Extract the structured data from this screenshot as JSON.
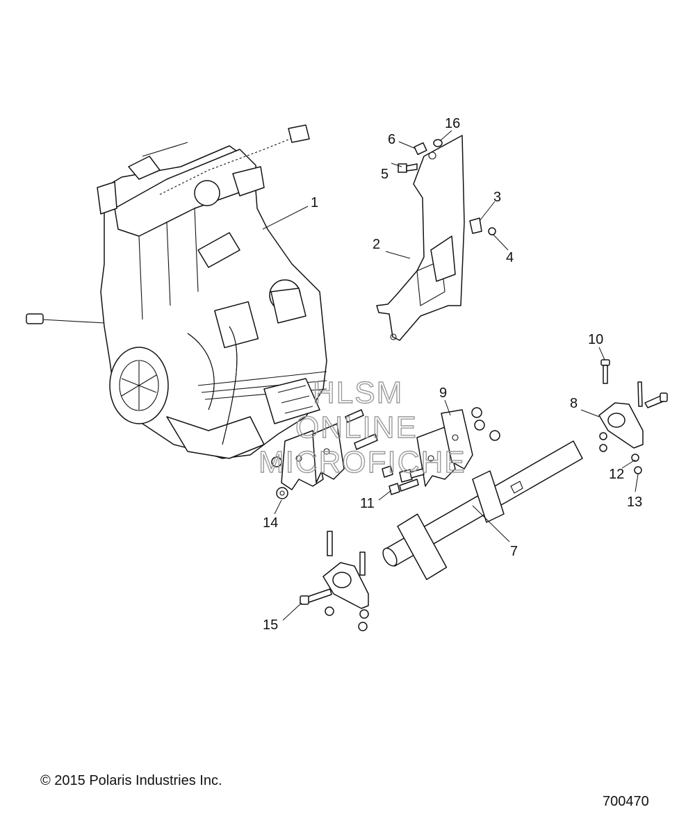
{
  "callouts": [
    {
      "id": "c1",
      "label": "1"
    },
    {
      "id": "c2",
      "label": "2"
    },
    {
      "id": "c3",
      "label": "3"
    },
    {
      "id": "c4",
      "label": "4"
    },
    {
      "id": "c5",
      "label": "5"
    },
    {
      "id": "c6",
      "label": "6"
    },
    {
      "id": "c7",
      "label": "7"
    },
    {
      "id": "c8",
      "label": "8"
    },
    {
      "id": "c9",
      "label": "9"
    },
    {
      "id": "c10",
      "label": "10"
    },
    {
      "id": "c11",
      "label": "11"
    },
    {
      "id": "c12",
      "label": "12"
    },
    {
      "id": "c13",
      "label": "13"
    },
    {
      "id": "c14",
      "label": "14"
    },
    {
      "id": "c15",
      "label": "15"
    },
    {
      "id": "c16",
      "label": "16"
    }
  ],
  "watermark": {
    "line1": "HLSM",
    "line2": "ONLINE",
    "line3": "MICROFICHE"
  },
  "footer": {
    "copyright": "© 2015 Polaris Industries Inc.",
    "drawing_number": "700470"
  }
}
